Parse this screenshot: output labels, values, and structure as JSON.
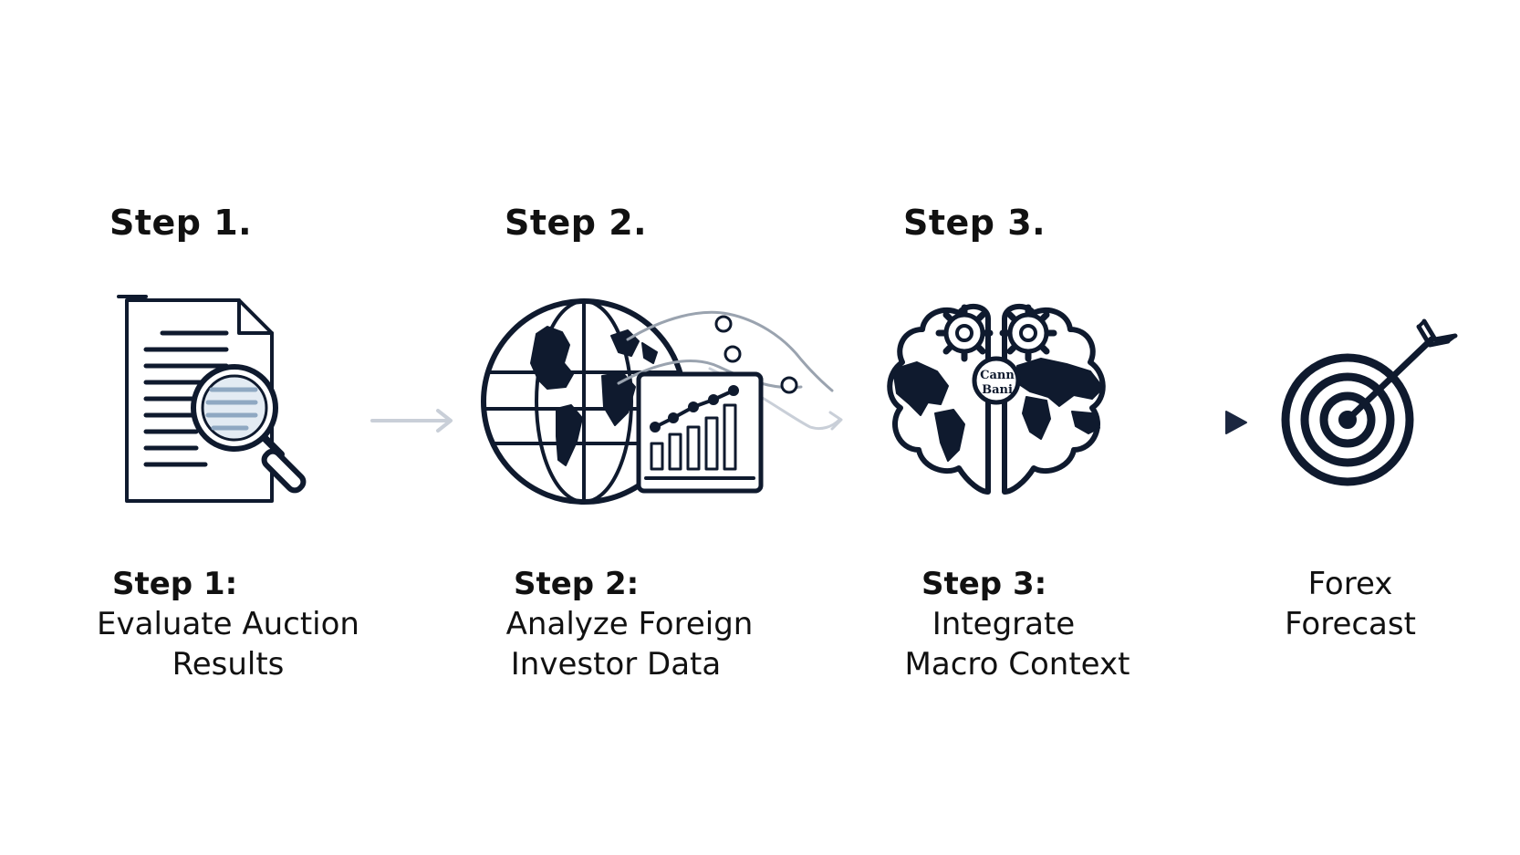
{
  "headings": [
    "Step 1.",
    "Step 2.",
    "Step 3."
  ],
  "steps": [
    {
      "label": "Step 1:",
      "lines": [
        "Evaluate Auction",
        "Results"
      ],
      "icon": "document-magnifier-icon"
    },
    {
      "label": "Step 2:",
      "lines": [
        "Analyze Foreign",
        "Investor Data"
      ],
      "icon": "globe-chart-icon"
    },
    {
      "label": "Step 3:",
      "lines": [
        "Integrate",
        "Macro Context"
      ],
      "icon": "brain-world-map-icon"
    },
    {
      "label": "",
      "lines": [
        "Forex",
        "Forecast"
      ],
      "icon": "target-arrow-icon"
    }
  ],
  "brain_badge": [
    "Cann",
    "Bani"
  ],
  "colors": {
    "ink": "#0f1a2e",
    "arrow_light": "#c9cfd8",
    "arrow_dark": "#1b2740"
  }
}
